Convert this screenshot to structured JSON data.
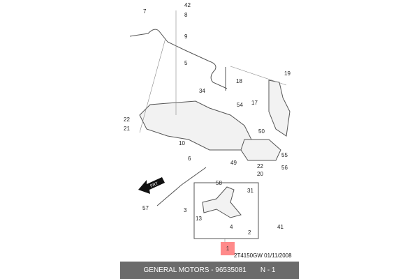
{
  "diagram": {
    "part_labels": [
      "42",
      "7",
      "8",
      "9",
      "5",
      "19",
      "18",
      "34",
      "22",
      "54",
      "17",
      "21",
      "50",
      "10",
      "6",
      "49",
      "55",
      "22",
      "56",
      "20",
      "58",
      "31",
      "3",
      "57",
      "13",
      "2",
      "4",
      "41"
    ],
    "direction_marker": "FRT",
    "reference_number": "1",
    "drawing_code": "2T4150GW 01/11/2008",
    "highlight_color": "#ff8a8a"
  },
  "footer": {
    "manufacturer_part": "GENERAL MOTORS - 96535081",
    "position": "N - 1",
    "background_color": "#6b6b6b"
  }
}
